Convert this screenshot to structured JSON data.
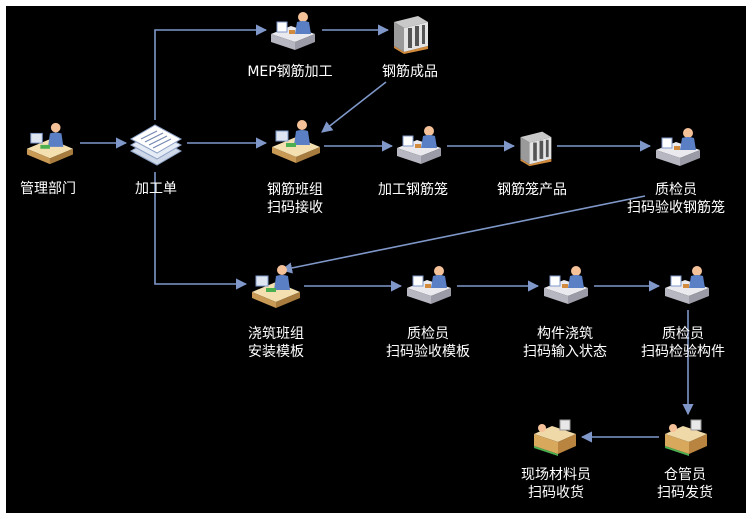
{
  "colors": {
    "background": "#000000",
    "frame": "#ffffff",
    "edge": "#7f98c9",
    "text": "#ffffff"
  },
  "nodes": {
    "mgmt": {
      "icon": "worker-desk-icon",
      "lines": [
        "管理部门"
      ]
    },
    "order": {
      "icon": "document-stack-icon",
      "lines": [
        "加工单"
      ]
    },
    "mep": {
      "icon": "worker-machine-icon",
      "lines": [
        "MEP钢筋加工"
      ]
    },
    "rebar_product": {
      "icon": "steel-cabinet-icon",
      "lines": [
        "钢筋成品"
      ]
    },
    "rebar_team": {
      "icon": "worker-desk-icon",
      "lines": [
        "钢筋班组",
        "扫码接收"
      ]
    },
    "cage_process": {
      "icon": "worker-machine-icon",
      "lines": [
        "加工钢筋笼"
      ]
    },
    "cage_product": {
      "icon": "steel-cabinet-icon",
      "lines": [
        "钢筋笼产品"
      ]
    },
    "qc_cage": {
      "icon": "worker-machine-icon",
      "lines": [
        "质检员",
        "扫码验收钢筋笼"
      ]
    },
    "pour_team": {
      "icon": "worker-desk-icon",
      "lines": [
        "浇筑班组",
        "安装模板"
      ]
    },
    "qc_form": {
      "icon": "worker-machine-icon",
      "lines": [
        "质检员",
        "扫码验收模板"
      ]
    },
    "pour_status": {
      "icon": "worker-machine-icon",
      "lines": [
        "构件浇筑",
        "扫码输入状态"
      ]
    },
    "qc_part": {
      "icon": "worker-machine-icon",
      "lines": [
        "质检员",
        "扫码检验构件"
      ]
    },
    "warehouse": {
      "icon": "warehouse-boxes-icon",
      "lines": [
        "仓管员",
        "扫码发货"
      ]
    },
    "site_material": {
      "icon": "warehouse-boxes-icon",
      "lines": [
        "现场材料员",
        "扫码收货"
      ]
    }
  },
  "edges": [
    [
      "mgmt",
      "order"
    ],
    [
      "order",
      "mep"
    ],
    [
      "mep",
      "rebar_product"
    ],
    [
      "rebar_product",
      "rebar_team"
    ],
    [
      "order",
      "rebar_team"
    ],
    [
      "rebar_team",
      "cage_process"
    ],
    [
      "cage_process",
      "cage_product"
    ],
    [
      "cage_product",
      "qc_cage"
    ],
    [
      "qc_cage",
      "pour_team"
    ],
    [
      "order",
      "pour_team"
    ],
    [
      "pour_team",
      "qc_form"
    ],
    [
      "qc_form",
      "pour_status"
    ],
    [
      "pour_status",
      "qc_part"
    ],
    [
      "qc_part",
      "warehouse"
    ],
    [
      "warehouse",
      "site_material"
    ]
  ]
}
